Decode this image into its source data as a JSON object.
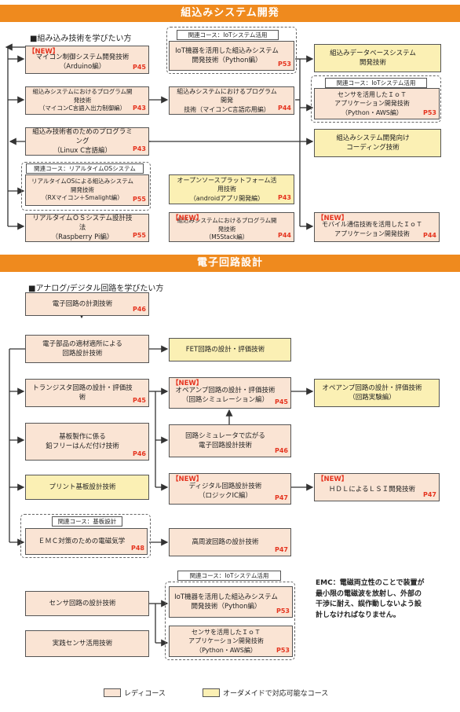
{
  "sections": {
    "embedded": {
      "title": "組込みシステム開発",
      "subtitle": "■組み込み技術を学びたい方"
    },
    "circuit": {
      "title": "電子回路設計",
      "subtitle": "■アナログ/デジタル回路を学びたい方"
    }
  },
  "tags": {
    "iot1": "関連コース：IoTシステム活用",
    "iot2": "関連コース：IoTシステム活用",
    "rtos": "関連コース：リアルタイムOSシステム",
    "board": "関連コース：基板設計",
    "iot3": "関連コース：IoTシステム活用"
  },
  "new_label": "【NEW】",
  "boxes": {
    "b1": {
      "lines": [
        "マイコン制御システム開発技術",
        "（Arduino編）"
      ],
      "page": "P45"
    },
    "b2": {
      "lines": [
        "IoT機器を活用した組込みシステム",
        "開発技術（Python編）"
      ],
      "page": "P53"
    },
    "b3": {
      "lines": [
        "組込みデータベースシステム",
        "開発技術"
      ],
      "page": ""
    },
    "b4": {
      "lines": [
        "組込みシステムにおけるプログラム開発技術",
        "（マイコンC言語入出力制御編）"
      ],
      "page": "P43"
    },
    "b5": {
      "lines": [
        "組込みシステムにおけるプログラム開発",
        "技術（マイコンC言語応用編）"
      ],
      "page": "P44"
    },
    "b6": {
      "lines": [
        "センサを活用したＩｏＴ",
        "アプリケーション開発技術",
        "（Python・AWS編）"
      ],
      "page": "P53"
    },
    "b7": {
      "lines": [
        "組込み技術者のためのプログラミング",
        "（Linux C言語編）"
      ],
      "page": "P43"
    },
    "b8": {
      "lines": [
        "組込みシステム開発向け",
        "コーディング技術"
      ],
      "page": ""
    },
    "b9": {
      "lines": [
        "リアルタイムOSによる組込みシステム開発技術",
        "（RXマイコン＋Smalight編）"
      ],
      "page": "P55"
    },
    "b10": {
      "lines": [
        "オープンソースプラットフォーム活用技術",
        "（androidアプリ開発編）"
      ],
      "page": "P43"
    },
    "b11": {
      "lines": [
        "リアルタイムＯＳシステム設計技法",
        "（Raspberry Pi編）"
      ],
      "page": "P55"
    },
    "b12": {
      "lines": [
        "組込みシステムにおけるプログラム開発技術",
        "（M5Stack編）"
      ],
      "page": "P44"
    },
    "b13": {
      "lines": [
        "モバイル通信技術を活用したＩｏＴ",
        "アプリケーション開発技術"
      ],
      "page": "P44"
    },
    "c1": {
      "lines": [
        "電子回路の計測技術"
      ],
      "page": "P46"
    },
    "c2": {
      "lines": [
        "電子部品の適材適所による",
        "回路設計技術"
      ],
      "page": ""
    },
    "c3": {
      "lines": [
        "FET回路の設計・評価技術"
      ],
      "page": ""
    },
    "c4": {
      "lines": [
        "トランジスタ回路の設計・評価技術"
      ],
      "page": "P45"
    },
    "c5": {
      "lines": [
        "オペアンプ回路の設計・評価技術",
        "（回路シミュレーション編）"
      ],
      "page": "P45"
    },
    "c6": {
      "lines": [
        "オペアンプ回路の設計・評価技術",
        "（回路実験編）"
      ],
      "page": ""
    },
    "c7": {
      "lines": [
        "基板製作に係る",
        "鉛フリーはんだ付け技術"
      ],
      "page": "P46"
    },
    "c8": {
      "lines": [
        "回路シミュレータで広がる",
        "電子回路設計技術"
      ],
      "page": "P46"
    },
    "c9": {
      "lines": [
        "プリント基板設計技術"
      ],
      "page": ""
    },
    "c10": {
      "lines": [
        "ディジタル回路設計技術",
        "（ロジックIC編）"
      ],
      "page": "P47"
    },
    "c11": {
      "lines": [
        "ＨＤＬによるＬＳＩ開発技術"
      ],
      "page": "P47"
    },
    "c12": {
      "lines": [
        "ＥＭＣ対策のための電磁気学"
      ],
      "page": "P48"
    },
    "c13": {
      "lines": [
        "高周波回路の設計技術"
      ],
      "page": "P47"
    },
    "c14": {
      "lines": [
        "センサ回路の設計技術"
      ],
      "page": ""
    },
    "c15": {
      "lines": [
        "IoT機器を活用した組込みシステム",
        "開発技術（Python編）"
      ],
      "page": "P53"
    },
    "c16": {
      "lines": [
        "実践センサ活用技術"
      ],
      "page": ""
    },
    "c17": {
      "lines": [
        "センサを活用したＩｏＴ",
        "アプリケーション開発技術",
        "（Python・AWS編）"
      ],
      "page": "P53"
    }
  },
  "note": [
    "EMC：電磁両立性のことで装置が",
    "最小限の電磁波を放射し、外部の",
    "干渉に耐え、誤作動しないよう設",
    "計しなければなりません。"
  ],
  "legend": {
    "pink": "レディコース",
    "yellow": "オーダメイドで対応可能なコース"
  },
  "colors": {
    "banner": "#ef8a1e",
    "ready": "#fae4d4",
    "custom": "#fbf0b4",
    "accent": "#e5341f"
  }
}
